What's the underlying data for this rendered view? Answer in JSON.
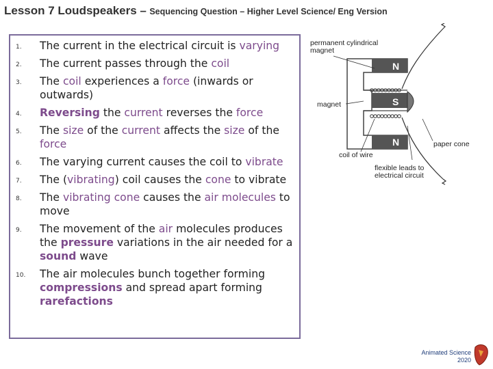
{
  "header": {
    "title": "Lesson 7 Loudspeakers –",
    "subtitle": "Sequencing Question – Higher Level Science/ Eng Version"
  },
  "sequence": {
    "items": [
      {
        "num": "1.",
        "parts": [
          [
            "The current in the electrical circuit is ",
            ""
          ],
          [
            "varying",
            "hl"
          ]
        ]
      },
      {
        "num": "2.",
        "parts": [
          [
            "The current passes through the ",
            ""
          ],
          [
            "coil",
            "hl"
          ]
        ]
      },
      {
        "num": "3.",
        "parts": [
          [
            "The ",
            ""
          ],
          [
            "coil",
            "hl"
          ],
          [
            " experiences a ",
            ""
          ],
          [
            "force",
            "hl"
          ],
          [
            " (inwards or outwards)",
            ""
          ]
        ]
      },
      {
        "num": "4.",
        "parts": [
          [
            "Reversing",
            "hlb"
          ],
          [
            " the ",
            ""
          ],
          [
            "current",
            "hl"
          ],
          [
            " reverses the ",
            ""
          ],
          [
            "force",
            "hl"
          ]
        ]
      },
      {
        "num": "5.",
        "parts": [
          [
            "The ",
            ""
          ],
          [
            "size",
            "hl"
          ],
          [
            " of the ",
            ""
          ],
          [
            "current",
            "hl"
          ],
          [
            " affects the ",
            ""
          ],
          [
            "size",
            "hl"
          ],
          [
            " of the ",
            ""
          ],
          [
            "force",
            "hl"
          ]
        ]
      },
      {
        "num": "6.",
        "parts": [
          [
            "The varying current causes the coil to ",
            ""
          ],
          [
            "vibrate",
            "hl"
          ]
        ]
      },
      {
        "num": "7.",
        "parts": [
          [
            "The (",
            ""
          ],
          [
            "vibrating",
            "hl"
          ],
          [
            ") coil causes the ",
            ""
          ],
          [
            "cone",
            "hl"
          ],
          [
            " to vibrate",
            ""
          ]
        ]
      },
      {
        "num": "8.",
        "parts": [
          [
            "The ",
            ""
          ],
          [
            "vibrating cone",
            "hl"
          ],
          [
            " causes the ",
            ""
          ],
          [
            "air molecules",
            "hl"
          ],
          [
            " to move",
            ""
          ]
        ]
      },
      {
        "num": "9.",
        "parts": [
          [
            "The movement of the ",
            ""
          ],
          [
            "air",
            "hl"
          ],
          [
            " molecules produces the ",
            ""
          ],
          [
            "pressure",
            "hlb"
          ],
          [
            " variations in the air needed for a ",
            ""
          ],
          [
            "sound",
            "hlb"
          ],
          [
            " wave",
            ""
          ]
        ]
      },
      {
        "num": "10.",
        "parts": [
          [
            "The air molecules bunch together forming ",
            ""
          ],
          [
            "compressions",
            "hlb"
          ],
          [
            " and spread apart forming ",
            ""
          ],
          [
            "rarefactions",
            "hlb"
          ]
        ]
      }
    ]
  },
  "diagram": {
    "label_permanent_magnet": "permanent cylindrical magnet",
    "label_magnet": "magnet",
    "label_coil": "coil of wire",
    "label_flexible": "flexible leads to electrical circuit",
    "label_cone": "paper cone",
    "pole_top": "N",
    "pole_mid": "S",
    "pole_bot": "N"
  },
  "footer": {
    "credit_line1": "Animated Science",
    "credit_line2": "2020"
  },
  "colors": {
    "highlight": "#7d4b8c",
    "border": "#7a6a9a",
    "magnet_dark": "#555555",
    "credit": "#1f3d7a"
  }
}
